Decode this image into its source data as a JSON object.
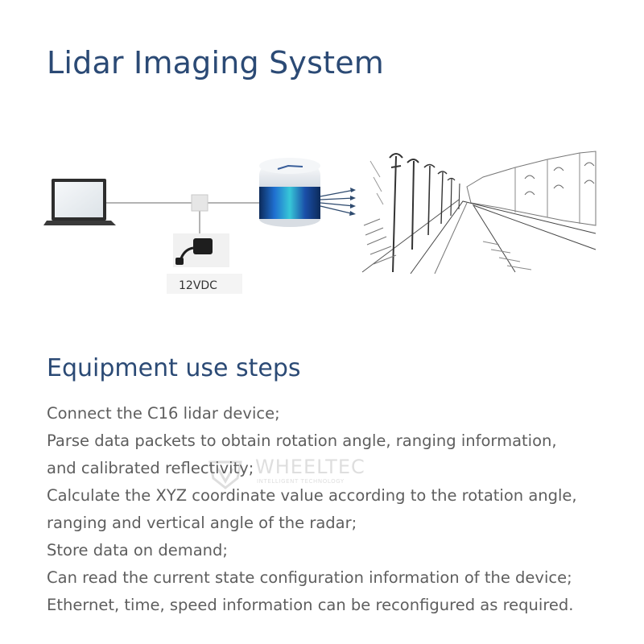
{
  "page": {
    "title": "Lidar Imaging System",
    "subtitle": "Equipment use steps"
  },
  "diagram": {
    "power_label": "12VDC",
    "components": [
      "laptop-icon",
      "junction-box-icon",
      "power-adapter-icon",
      "lidar-device-icon",
      "street-sketch-image"
    ]
  },
  "steps": [
    "Connect the C16 lidar device;",
    "Parse data packets to obtain rotation angle, ranging information,",
    "and calibrated reflectivity;",
    "Calculate the XYZ coordinate value according to the rotation angle,",
    "ranging and vertical angle of the radar;",
    "Store data on demand;",
    "Can read the current state configuration information of the device;",
    "Ethernet, time, speed information can be reconfigured as required."
  ],
  "watermark": {
    "brand": "WHEELTEC",
    "tagline": "INTELLIGENT TECHNOLOGY"
  },
  "colors": {
    "heading": "#2b4a75",
    "body_text": "#5e5e5e",
    "lidar_band": "#1f6fd0"
  }
}
